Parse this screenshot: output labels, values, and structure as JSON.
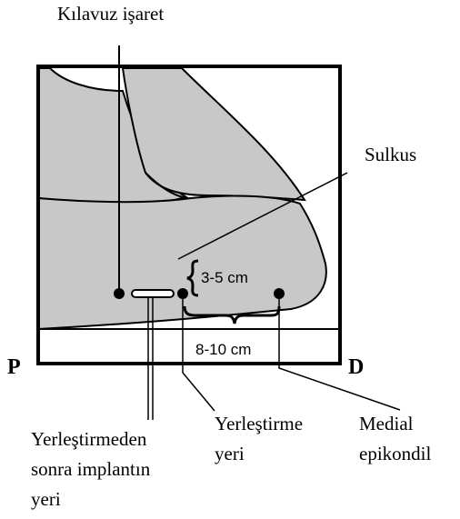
{
  "diagram": {
    "labels": {
      "guide_mark": "Kılavuz işaret",
      "sulcus": "Sulkus",
      "distance_vertical": "3-5 cm",
      "distance_horizontal": "8-10 cm",
      "proximal": "P",
      "distal": "D",
      "implant_site_after": [
        "Yerleştirmeden",
        "sonra implantın",
        "yeri"
      ],
      "insertion_site": [
        "Yerleştirme",
        "yeri"
      ],
      "medial_epicondyle": [
        "Medial",
        "epikondil"
      ]
    },
    "colors": {
      "arm_fill": "#c8c8c8",
      "background": "#ffffff",
      "line": "#000000"
    }
  }
}
